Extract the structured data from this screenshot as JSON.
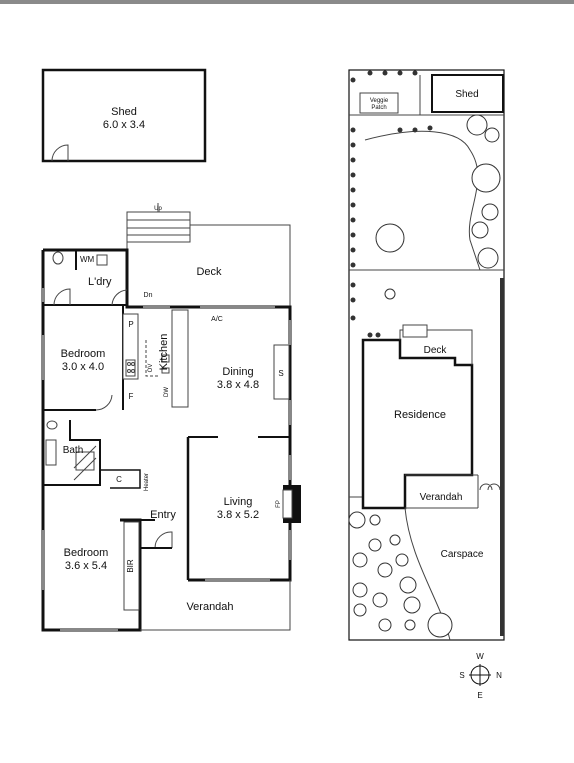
{
  "shed_floor": {
    "name": "Shed",
    "size": "6.0 x 3.4"
  },
  "deck": {
    "name": "Deck",
    "stairs_label": "Up",
    "step_label": "Dn"
  },
  "wm": "WM",
  "laundry": "L'dry",
  "bedroom1": {
    "name": "Bedroom",
    "size": "3.0 x 4.0"
  },
  "pantry": "P",
  "fridge": "F",
  "kitchen": "Kitchen",
  "ov": "OV",
  "dw": "DW",
  "ac": "A/C",
  "dining": {
    "name": "Dining",
    "size": "3.8 x 4.8"
  },
  "s_unit": "S",
  "bath": "Bath",
  "cupboard": "C",
  "heater": "Heater",
  "fp": "FP",
  "living": {
    "name": "Living",
    "size": "3.8 x 5.2"
  },
  "entry": "Entry",
  "bedroom2": {
    "name": "Bedroom",
    "size": "3.6 x 5.4"
  },
  "bir": "BIR",
  "verandah_floor": "Verandah",
  "site": {
    "veggie_line1": "Veggie",
    "veggie_line2": "Patch",
    "shed": "Shed",
    "deck": "Deck",
    "residence": "Residence",
    "verandah": "Verandah",
    "carspace": "Carspace"
  },
  "compass": {
    "n": "N",
    "s": "S",
    "e": "E",
    "w": "W"
  }
}
